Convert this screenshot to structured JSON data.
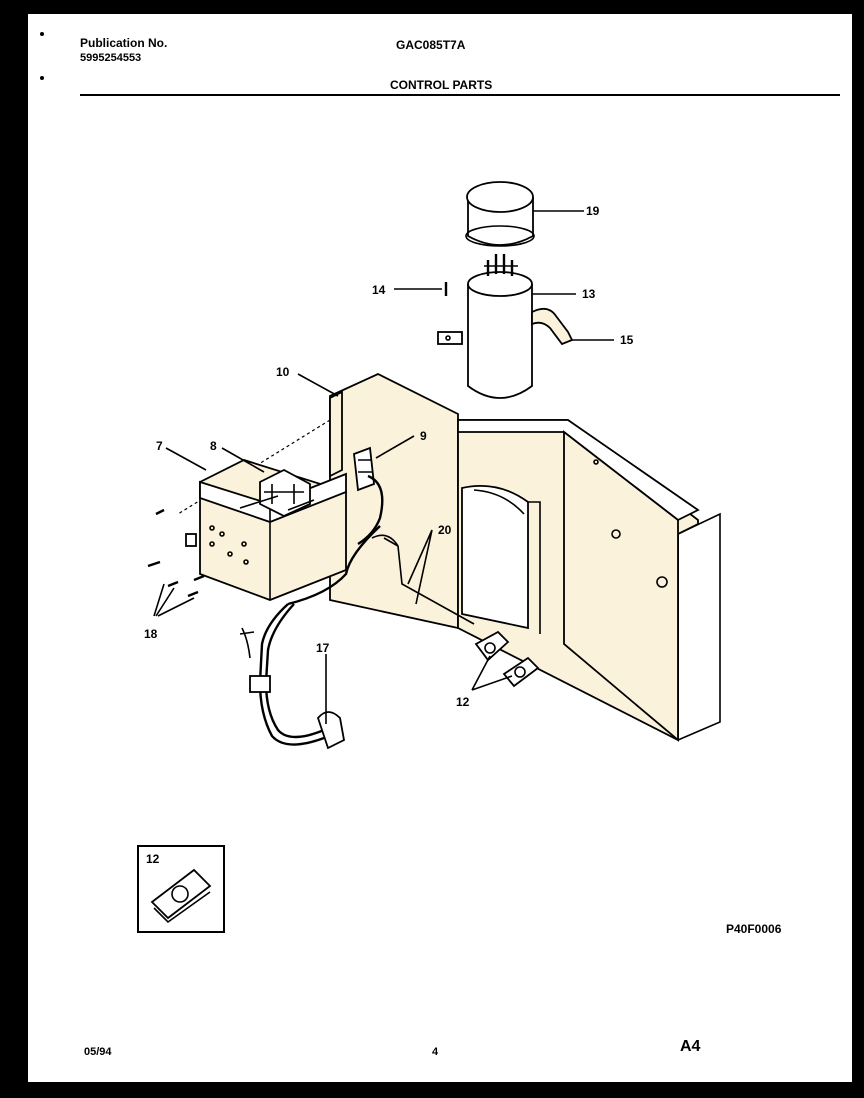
{
  "header": {
    "publication_label": "Publication No.",
    "publication_number": "5995254553",
    "model": "GAC085T7A",
    "section_title": "CONTROL PARTS"
  },
  "callouts": [
    "19",
    "14",
    "13",
    "15",
    "10",
    "9",
    "7",
    "8",
    "20",
    "18",
    "17",
    "12",
    "12"
  ],
  "inset_callout": "12",
  "drawing_code": "P40F0006",
  "footer": {
    "date": "05/94",
    "page": "4",
    "code": "A4"
  }
}
